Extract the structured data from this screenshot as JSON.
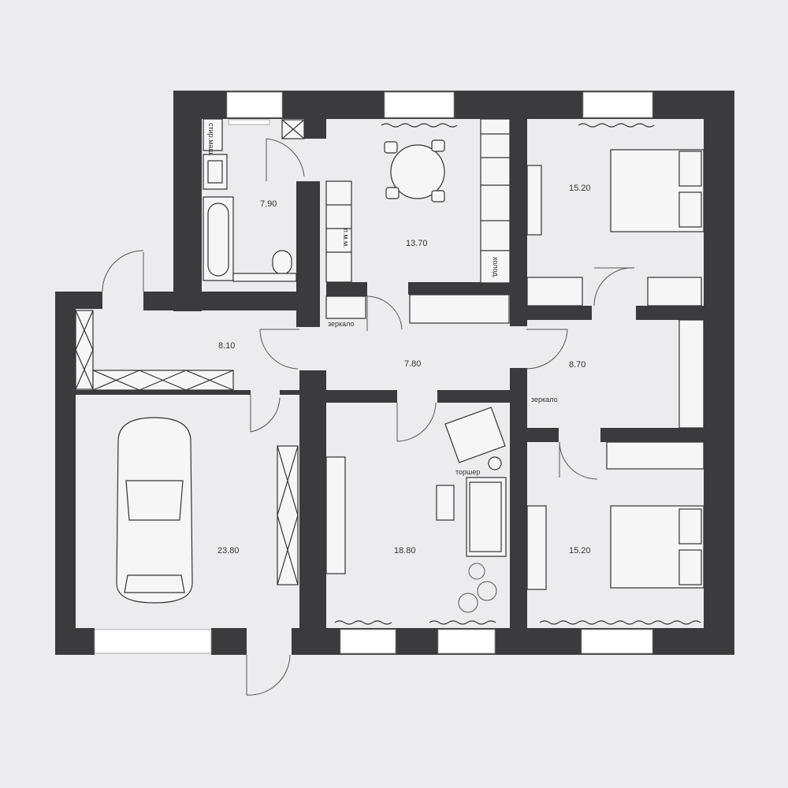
{
  "rooms": {
    "bathroom": "7.90",
    "kitchen": "13.70",
    "bedroom_top": "15.20",
    "entry_hall": "8.10",
    "corridor": "7.80",
    "hall_right": "8.70",
    "garage": "23.80",
    "living": "18.80",
    "bedroom_bottom": "15.20"
  },
  "labels": {
    "washer": "стир.маш.",
    "dishwasher": "п.м.м.",
    "fridge": "холод.",
    "mirror_left": "зеркало",
    "mirror_right": "зеркало",
    "floor_lamp": "торшер"
  },
  "colors": {
    "wall": "#3b3b3d",
    "background": "#ecebed",
    "window": "#ffffff"
  }
}
